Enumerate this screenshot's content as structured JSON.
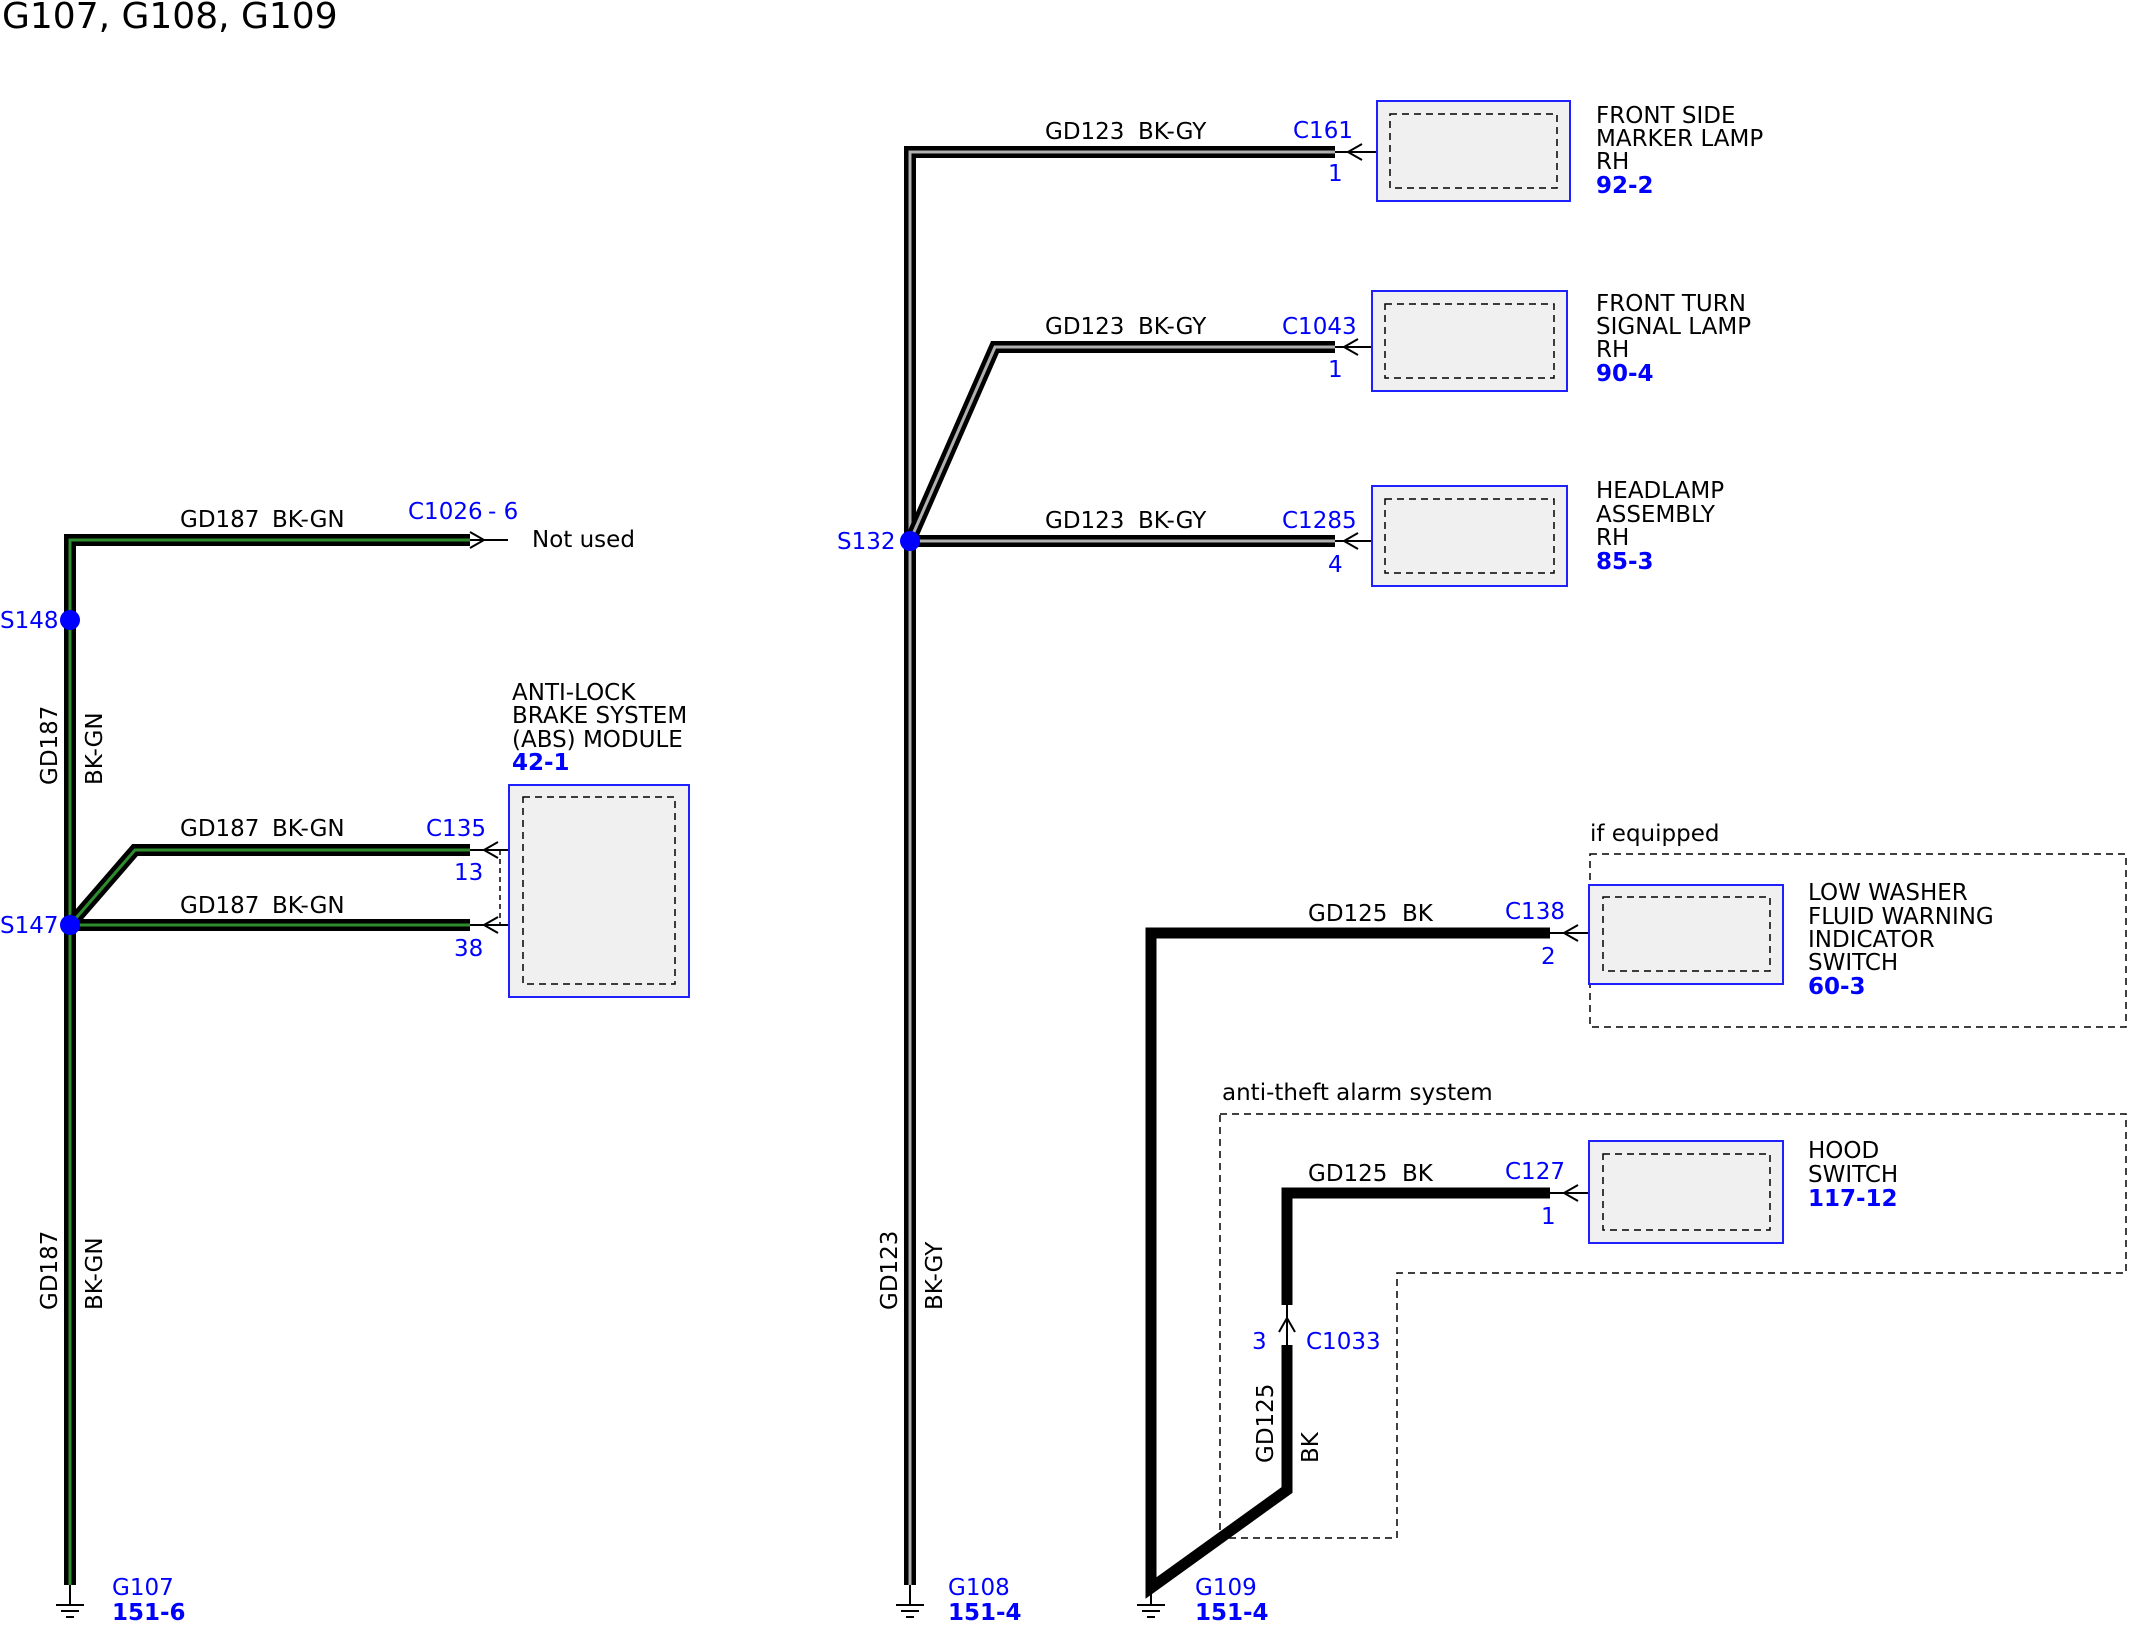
{
  "title": "G107, G108, G109",
  "wires": {
    "gd187": "GD187",
    "gd123": "GD123",
    "gd125": "GD125",
    "bk_gn": "BK-GN",
    "bk_gy": "BK-GY",
    "bk": "BK"
  },
  "colors": {
    "wire_black": "#000000",
    "wire_green": "#2e8b2e",
    "wire_gray": "#b0b0b0",
    "connector_blue": "#0000ff",
    "component_fill": "#f0f0f0"
  },
  "splices": {
    "s148": "S148",
    "s147": "S147",
    "s132": "S132"
  },
  "connectors": {
    "c1026": "C1026",
    "c1026_pin": "- 6",
    "not_used": "Not used",
    "c135": "C135",
    "c135_pin_a": "13",
    "c135_pin_b": "38",
    "c161": "C161",
    "c161_pin": "1",
    "c1043": "C1043",
    "c1043_pin": "1",
    "c1285": "C1285",
    "c1285_pin": "4",
    "c138": "C138",
    "c138_pin": "2",
    "c127": "C127",
    "c127_pin": "1",
    "c1033": "C1033",
    "c1033_pin": "3"
  },
  "components": {
    "abs": {
      "line1": "ANTI-LOCK",
      "line2": "BRAKE SYSTEM",
      "line3": "(ABS) MODULE",
      "ref": "42-1"
    },
    "side_marker": {
      "line1": "FRONT SIDE",
      "line2": "MARKER LAMP",
      "line3": "RH",
      "ref": "92-2"
    },
    "turn_signal": {
      "line1": "FRONT TURN",
      "line2": "SIGNAL LAMP",
      "line3": "RH",
      "ref": "90-4"
    },
    "headlamp": {
      "line1": "HEADLAMP",
      "line2": "ASSEMBLY",
      "line3": "RH",
      "ref": "85-3"
    },
    "washer": {
      "line1": "LOW WASHER",
      "line2": "FLUID WARNING",
      "line3": "INDICATOR",
      "line4": "SWITCH",
      "ref": "60-3"
    },
    "hood": {
      "line1": "HOOD",
      "line2": "SWITCH",
      "ref": "117-12"
    }
  },
  "options": {
    "if_equipped": "if equipped",
    "anti_theft": "anti-theft alarm system"
  },
  "grounds": {
    "g107": "G107",
    "g107_ref": "151-6",
    "g108": "G108",
    "g108_ref": "151-4",
    "g109": "G109",
    "g109_ref": "151-4"
  }
}
